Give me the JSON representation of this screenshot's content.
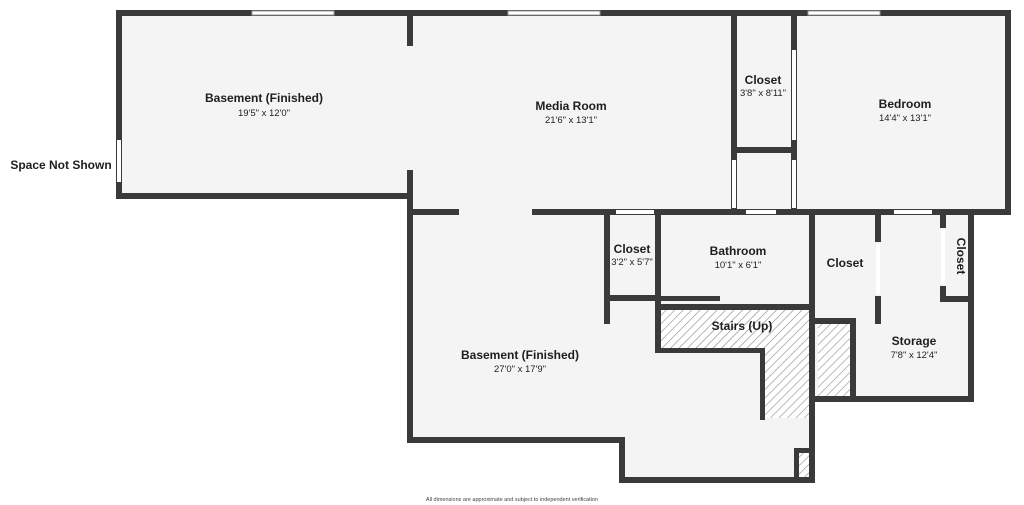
{
  "outside_label": "Space Not Shown",
  "rooms": [
    {
      "name": "Basement (Finished)",
      "dim": "19'5\" x 12'0\""
    },
    {
      "name": "Media Room",
      "dim": "21'6\" x 13'1\""
    },
    {
      "name": "Closet",
      "dim": "3'8\" x 8'11\""
    },
    {
      "name": "Bedroom",
      "dim": "14'4\" x 13'1\""
    },
    {
      "name": "Closet",
      "dim": "3'2\" x 5'7\""
    },
    {
      "name": "Bathroom",
      "dim": "10'1\" x 6'1\""
    },
    {
      "name": "Closet",
      "dim": ""
    },
    {
      "name": "Closet",
      "dim": ""
    },
    {
      "name": "Stairs (Up)",
      "dim": ""
    },
    {
      "name": "Storage",
      "dim": "7'8\" x 12'4\""
    },
    {
      "name": "Basement (Finished)",
      "dim": "27'0\" x 17'9\""
    }
  ],
  "footnote": "All dimensions are approximate and subject to independent verification",
  "colors": {
    "wall": "#3a3a3a",
    "floor": "#f4f4f4",
    "background": "#ffffff"
  }
}
